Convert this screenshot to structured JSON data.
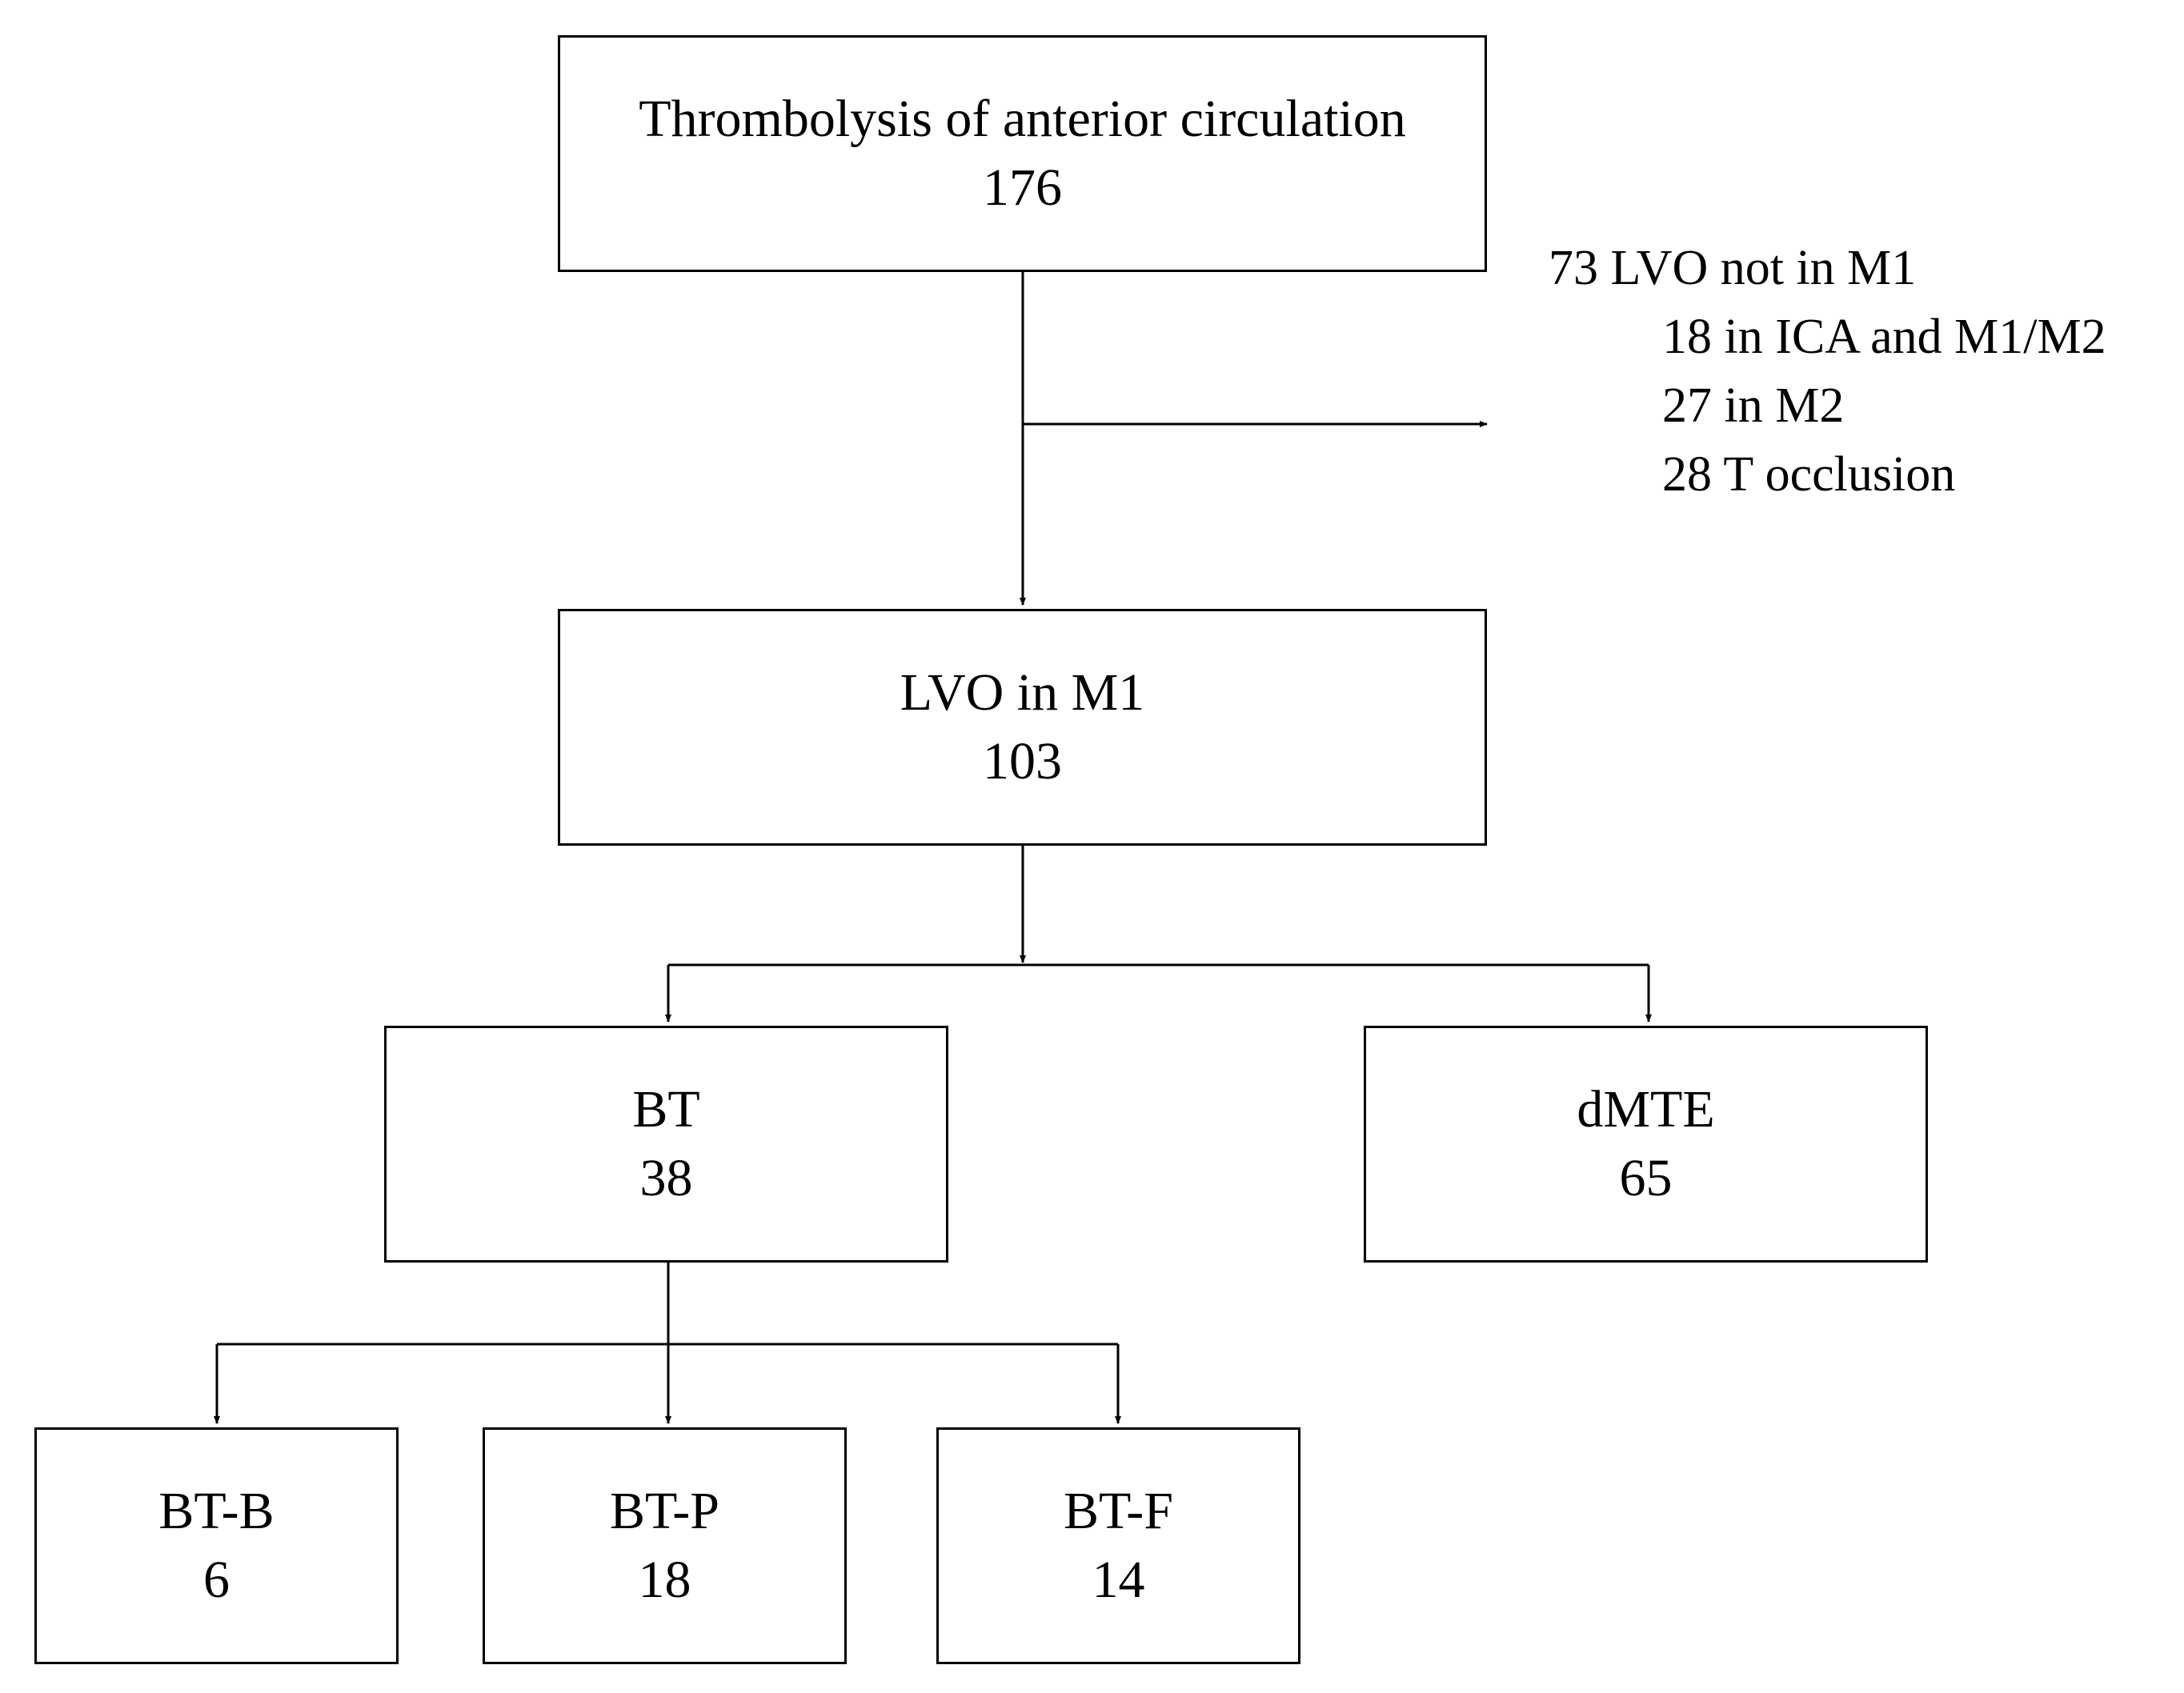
{
  "diagram": {
    "top_box": {
      "label": "Thrombolysis of anterior circulation",
      "count": "176"
    },
    "exclusion": {
      "title": "73 LVO not in M1",
      "items": [
        "18 in ICA and M1/M2",
        "27 in M2",
        "28 T occlusion"
      ]
    },
    "lvo_box": {
      "label": "LVO in M1",
      "count": "103"
    },
    "bt_box": {
      "label": "BT",
      "count": "38"
    },
    "dmte_box": {
      "label": "dMTE",
      "count": "65"
    },
    "bt_b_box": {
      "label": "BT-B",
      "count": "6"
    },
    "bt_p_box": {
      "label": "BT-P",
      "count": "18"
    },
    "bt_f_box": {
      "label": "BT-F",
      "count": "14"
    }
  }
}
